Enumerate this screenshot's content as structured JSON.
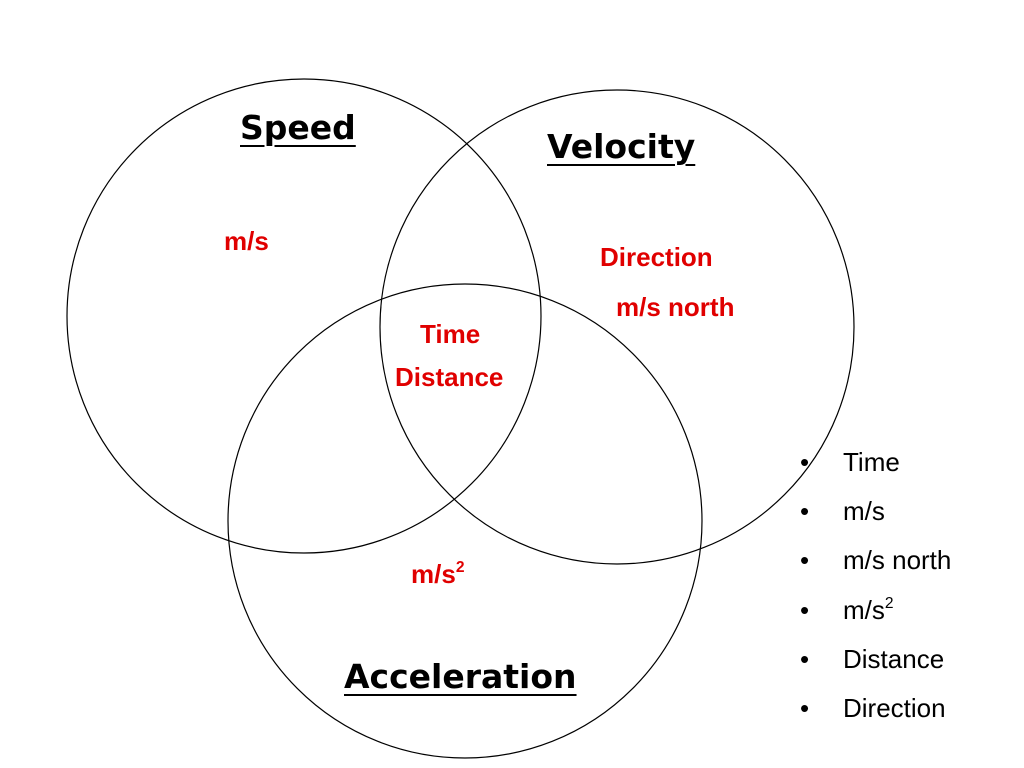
{
  "circles": {
    "speed": {
      "title": "Speed",
      "terms": [
        "m/s"
      ]
    },
    "velocity": {
      "title": "Velocity",
      "terms": [
        "Direction",
        "m/s north"
      ]
    },
    "acceleration": {
      "title": "Acceleration",
      "terms": [
        {
          "base": "m/s",
          "superscript": "2"
        }
      ]
    },
    "shared": {
      "terms": [
        "Time",
        "Distance"
      ]
    }
  },
  "word_list": {
    "bullet": "•",
    "items": [
      {
        "text": "Time"
      },
      {
        "text": "m/s"
      },
      {
        "text": "m/s north"
      },
      {
        "text": "m/s",
        "superscript": "2"
      },
      {
        "text": "Distance"
      },
      {
        "text": "Direction"
      }
    ]
  },
  "colors": {
    "term_color": "#e00000",
    "title_color": "#000000",
    "outline_color": "#000000"
  }
}
